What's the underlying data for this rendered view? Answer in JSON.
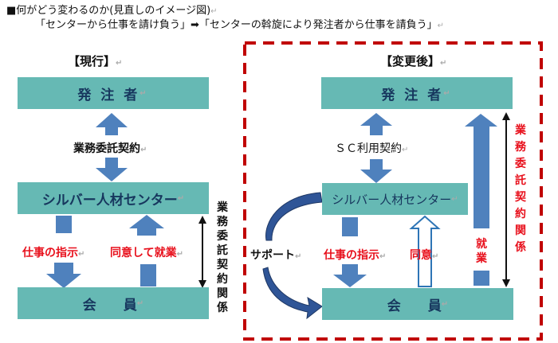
{
  "header": {
    "line1": "■何がどう変わるのか(見直しのイメージ図)",
    "line2": "「センターから仕事を請け負う」➡「センターの斡旋により発注者から仕事を請負う」"
  },
  "current": {
    "title": "【現行】",
    "client_box": "発 注 者",
    "contract_label": "業務委託契約",
    "center_box": "シルバー人材センター",
    "instruction_label": "仕事の指示",
    "consent_label": "同意して就業",
    "member_box": "会　　員",
    "relation_label": "業務委託契約関係"
  },
  "revised": {
    "title": "【変更後】",
    "client_box": "発 注 者",
    "contract_label": "ＳＣ利用契約",
    "center_box": "シルバー人材センター",
    "support_label": "サポート",
    "instruction_label": "仕事の指示",
    "consent_label": "同意",
    "work_label": "就業",
    "member_box": "会　　員",
    "relation_label": "業務委託契約関係"
  },
  "colors": {
    "box_fill": "#66b9b4",
    "box_text": "#17375e",
    "arrow_fill": "#4f81bd",
    "highlight_red": "#e8101c",
    "dashed_border": "#c00000"
  }
}
